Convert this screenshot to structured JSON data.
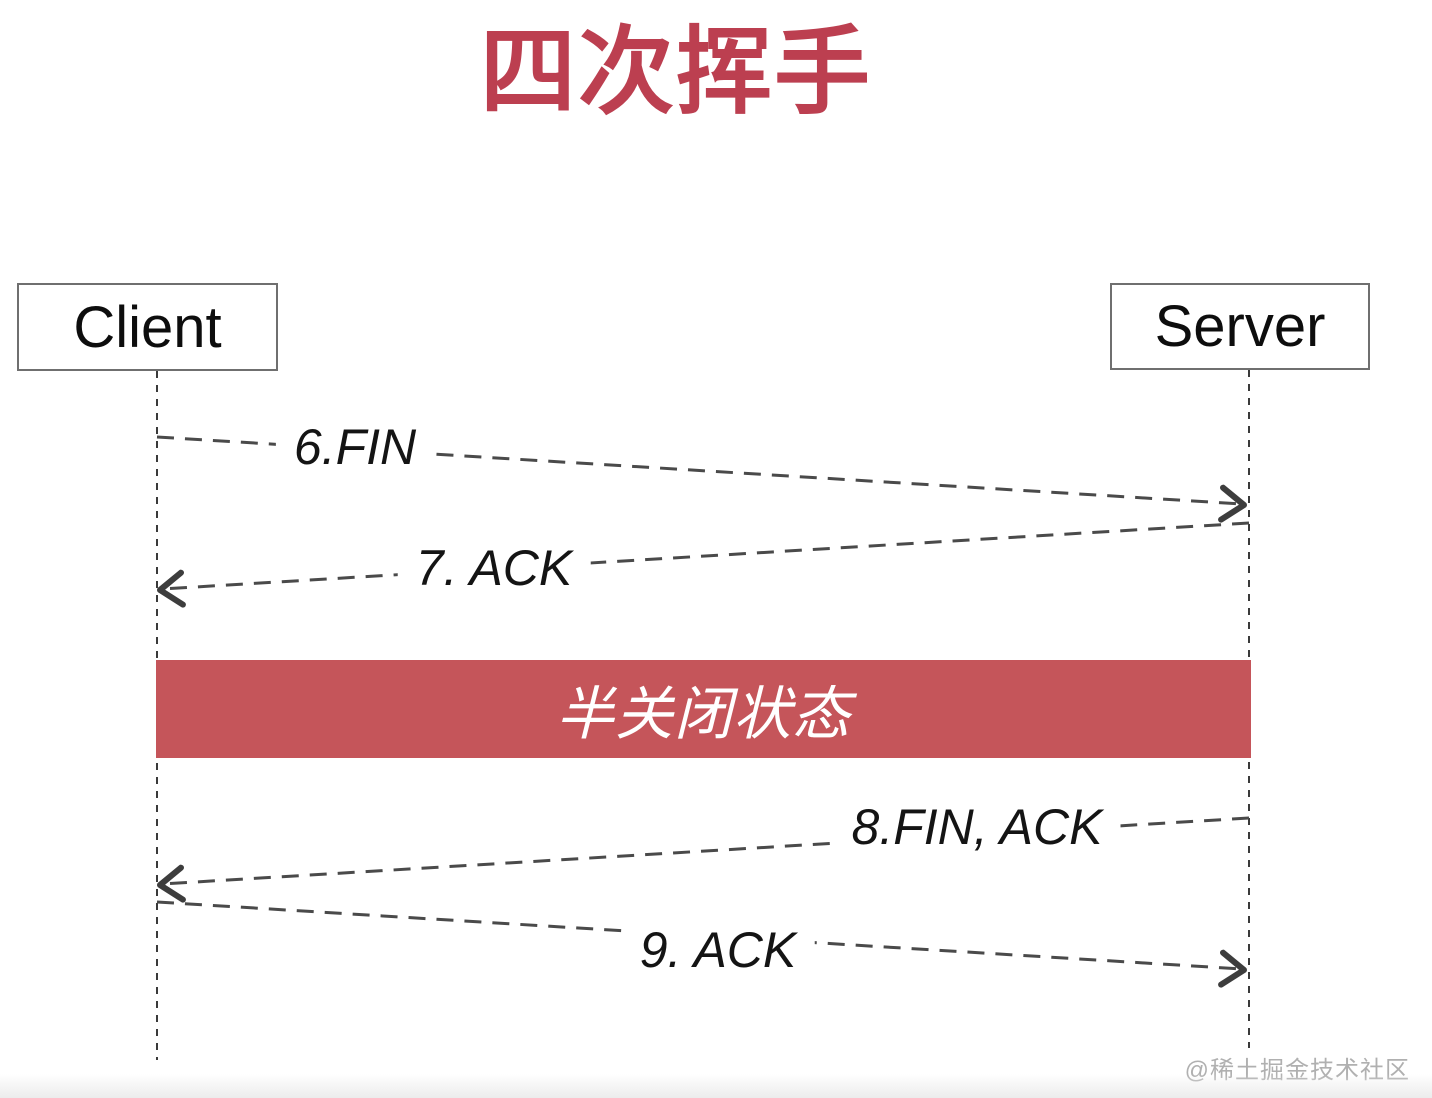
{
  "page": {
    "title": "四次挥手",
    "watermark": "@稀土掘金技术社区"
  },
  "actors": {
    "client": {
      "label": "Client"
    },
    "server": {
      "label": "Server"
    }
  },
  "messages": [
    {
      "label": "6.FIN",
      "from": "Client",
      "to": "Server"
    },
    {
      "label": "7. ACK",
      "from": "Server",
      "to": "Client"
    },
    {
      "label": "8.FIN, ACK",
      "from": "Server",
      "to": "Client"
    },
    {
      "label": "9. ACK",
      "from": "Client",
      "to": "Server"
    }
  ],
  "banner": {
    "label": "半关闭状态"
  },
  "colors": {
    "title_red": "#bc3f50",
    "banner_red": "#c5555a",
    "line_gray": "#4a4a4a",
    "box_border_gray": "#6f6f6f",
    "watermark_gray": "#b0b0b0"
  }
}
